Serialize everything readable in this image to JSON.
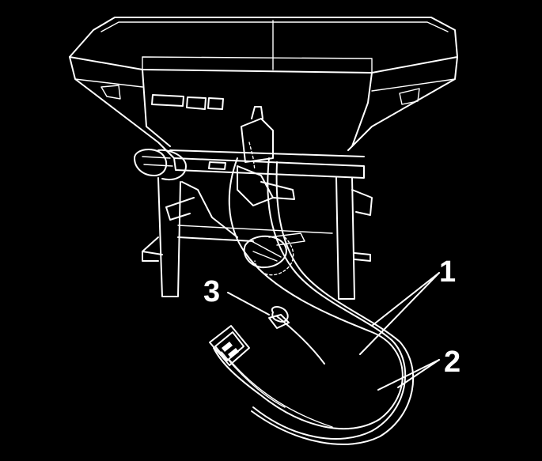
{
  "callouts": [
    {
      "number": "1"
    },
    {
      "number": "2"
    },
    {
      "number": "3"
    }
  ],
  "colors": {
    "background": "#000000",
    "line": "#ffffff"
  }
}
